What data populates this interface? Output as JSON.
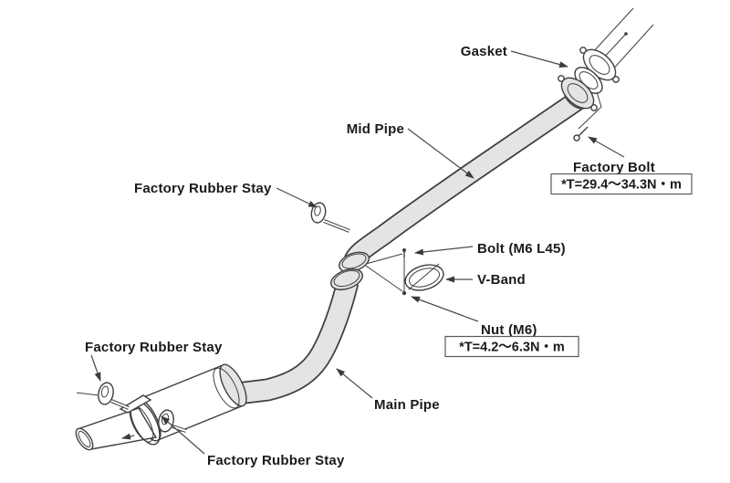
{
  "page": {
    "type": "technical-parts-diagram",
    "subject": "Exhaust system installation diagram"
  },
  "colors": {
    "background": "#ffffff",
    "line": "#3f3f3f",
    "pipe_fill": "#e4e4e4",
    "text": "#1a1a1a",
    "leader": "#4a4a4a",
    "box_border": "#5a5a5a"
  },
  "labels": {
    "gasket": "Gasket",
    "mid_pipe": "Mid Pipe",
    "factory_bolt": "Factory Bolt",
    "factory_bolt_torque": "*T=29.4〜34.3N・m",
    "factory_rubber_stay_mid": "Factory Rubber Stay",
    "bolt_m6": "Bolt (M6 L45)",
    "v_band": "V-Band",
    "nut_m6": "Nut (M6)",
    "nut_torque": "*T=4.2〜6.3N・m",
    "factory_rubber_stay_left": "Factory Rubber Stay",
    "main_pipe": "Main Pipe",
    "factory_rubber_stay_bottom": "Factory Rubber Stay"
  }
}
